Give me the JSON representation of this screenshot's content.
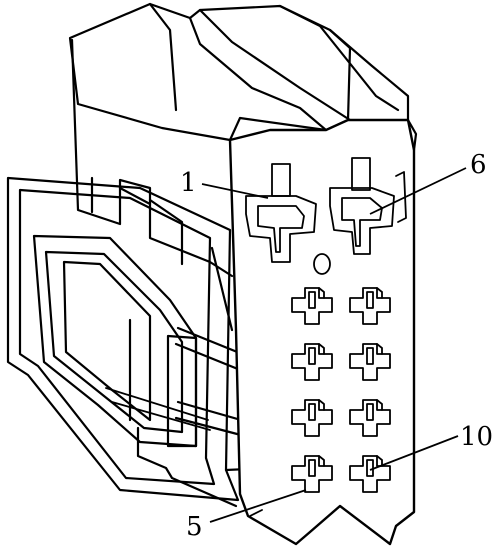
{
  "callouts": {
    "c1": "1",
    "c6": "6",
    "c5": "5",
    "c10": "10"
  },
  "terminals": {
    "rows": 4,
    "columns": 2
  }
}
